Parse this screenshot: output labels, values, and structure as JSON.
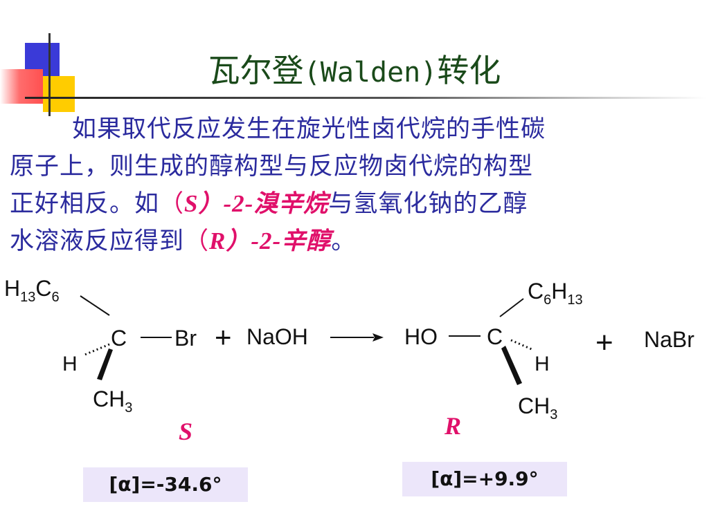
{
  "title": {
    "cn1": "瓦尔登",
    "latin": "(Walden)",
    "cn2": "转化"
  },
  "paragraph": {
    "line1": "如果取代反应发生在旋光性卤代烷的手性碳",
    "line2": "原子上，则生成的醇构型与反应物卤代烷的构型",
    "line3_pre": "正好相反。如",
    "line3_pink_open": "（",
    "line3_pink_S": "S",
    "line3_pink_rest": "）-2-溴辛烷",
    "line3_post": "与氢氧化钠的乙醇",
    "line4_pre": "水溶液反应得到",
    "line4_pink_open": "（",
    "line4_pink_R": "R",
    "line4_pink_rest": "）-2-辛醇",
    "line4_post": "。"
  },
  "reaction": {
    "left": {
      "sub_main": "H",
      "sub_n1": "13",
      "sub_c": "C",
      "sub_n2": "6",
      "center": "C",
      "leaving": "Br",
      "h": "H",
      "ch": "CH",
      "ch_n": "3"
    },
    "plus1": "+",
    "reagent": "NaOH",
    "right": {
      "ho": "HO",
      "center": "C",
      "sub_c": "C",
      "sub_n1": "6",
      "sub_h": "H",
      "sub_n2": "13",
      "h": "H",
      "ch": "CH",
      "ch_n": "3"
    },
    "plus2": "+",
    "product2": "NaBr",
    "label_s": "S",
    "label_r": "R"
  },
  "rotation_s": "[α]=-34.6°",
  "rotation_r": "[α]=+9.9°",
  "colors": {
    "title": "#1a4a1a",
    "text": "#2b2b9e",
    "highlight": "#e0106a",
    "box": "#ece6fa"
  }
}
